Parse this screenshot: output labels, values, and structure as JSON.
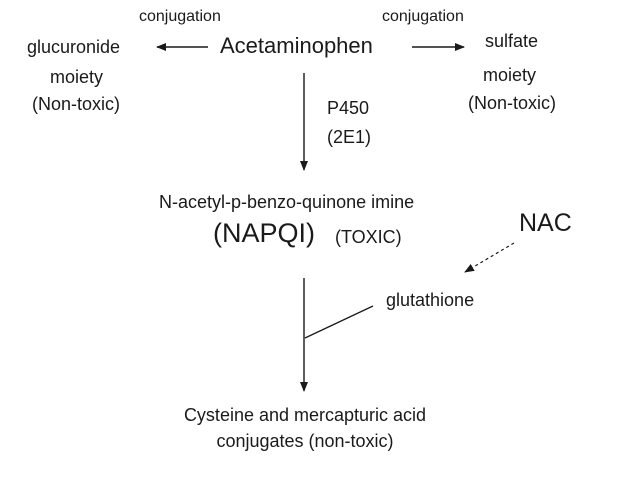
{
  "diagram": {
    "central": {
      "drug": "Acetaminophen"
    },
    "left_path": {
      "edge_label": "conjugation",
      "product_line1": "glucuronide",
      "product_line2": "moiety",
      "product_line3": "(Non-toxic)"
    },
    "right_path": {
      "edge_label": "conjugation",
      "product_line1": "sulfate",
      "product_line2": "moiety",
      "product_line3": "(Non-toxic)"
    },
    "oxidation": {
      "enzyme_line1": "P450",
      "enzyme_line2": "(2E1)"
    },
    "metabolite": {
      "name_line1": "N-acetyl-p-benzo-quinone imine",
      "abbrev": "(NAPQI)",
      "toxicity": "(TOXIC)"
    },
    "antidote": {
      "name": "NAC",
      "target": "glutathione"
    },
    "final": {
      "line1": "Cysteine and mercapturic acid",
      "line2": "conjugates (non-toxic)"
    }
  },
  "colors": {
    "text": "#1a1a1a",
    "lines": "#1a1a1a",
    "background": "#ffffff"
  }
}
